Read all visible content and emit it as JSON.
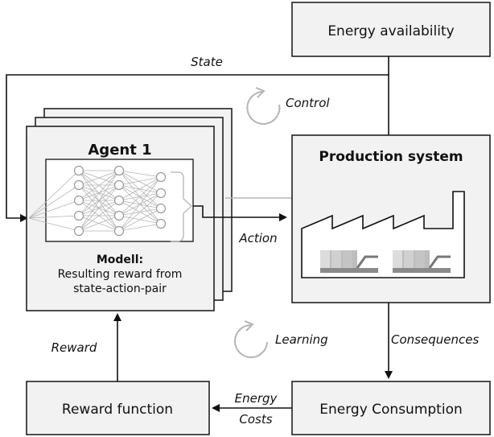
{
  "boxes": {
    "energy_availability": "Energy availability",
    "production_system": "Production system",
    "energy_consumption": "Energy Consumption",
    "reward_function": "Reward function",
    "agent_title": "Agent 1"
  },
  "agent_model": {
    "heading": "Modell:",
    "line1": "Resulting reward from",
    "line2": "state-action-pair"
  },
  "arrows": {
    "state": "State",
    "action": "Action",
    "consequences": "Consequences",
    "reward": "Reward",
    "energy": "Energy",
    "costs": "Costs"
  },
  "cycles": {
    "control": "Control",
    "learning": "Learning"
  },
  "colors": {
    "box_fill": "#f2f2f2",
    "stroke": "#222222",
    "muted": "#aaaaaa",
    "machine": "#999999"
  }
}
